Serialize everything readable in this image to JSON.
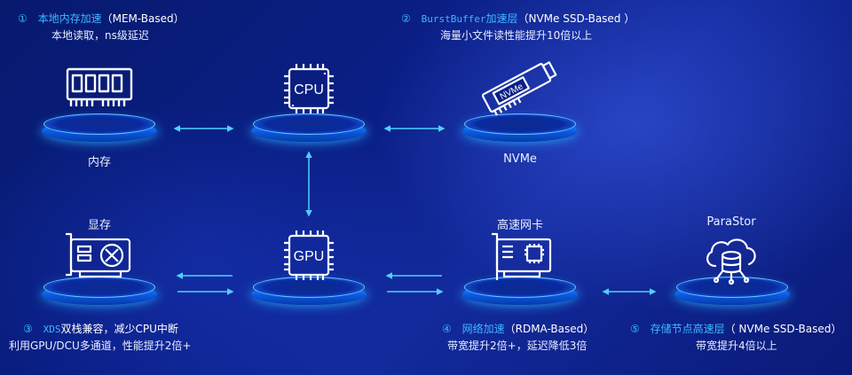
{
  "nodes": {
    "memory": {
      "label": "内存"
    },
    "cpu": {
      "chip_text": "CPU"
    },
    "nvme": {
      "label": "NVMe",
      "card_text": "NVMe"
    },
    "vram": {
      "label": "显存"
    },
    "gpu": {
      "chip_text": "GPU"
    },
    "nic": {
      "label": "高速网卡"
    },
    "parastor": {
      "label": "ParaStor"
    }
  },
  "notes": {
    "n1": {
      "num": "①",
      "title": "本地内存加速",
      "paren": "（MEM-Based）",
      "line2": "本地读取，ns级延迟"
    },
    "n2": {
      "num": "②",
      "title_mono": "BurstBuffer",
      "title": "加速层",
      "paren": "（NVMe SSD-Based ）",
      "line2": "海量小文件读性能提升10倍以上"
    },
    "n3": {
      "num": "③",
      "title_mono": "XDS",
      "text": "双栈兼容，减少CPU中断",
      "line2": "利用GPU/DCU多通道，性能提升2倍+"
    },
    "n4": {
      "num": "④",
      "title": "网络加速",
      "paren": "（RDMA-Based）",
      "line2": "带宽提升2倍+，延迟降低3倍"
    },
    "n5": {
      "num": "⑤",
      "title": "存储节点高速层",
      "paren": "（ NVMe SSD-Based）",
      "line2": "带宽提升4倍以上"
    }
  },
  "colors": {
    "accent": "#3fb8ff",
    "connector": "#4fd0ff",
    "background": "#0a1f86"
  },
  "icons": [
    "memory-stick-icon",
    "cpu-chip-icon",
    "nvme-ssd-icon",
    "graphics-card-icon",
    "gpu-chip-icon",
    "network-card-icon",
    "cloud-database-icon"
  ]
}
